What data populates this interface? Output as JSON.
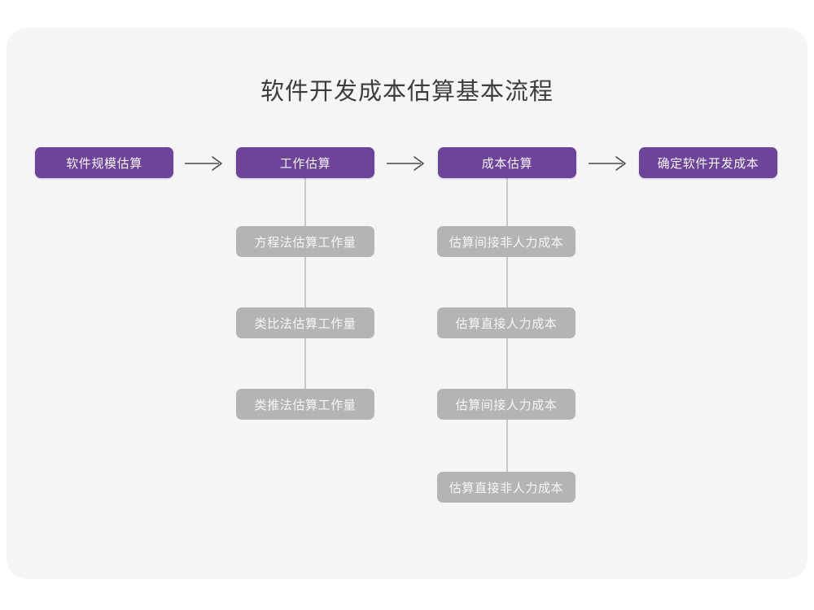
{
  "diagram": {
    "title": "软件开发成本估算基本流程",
    "colors": {
      "page_background": "#ffffff",
      "card_background": "#f5f5f5",
      "primary_box": "#6d4499",
      "sub_box": "#b4b4b4",
      "title_text": "#3d3d3d",
      "box_text": "#f6f4f8",
      "connector_line": "#c9c9c9",
      "arrow": "#4a4a4a"
    },
    "stages": [
      {
        "label": "软件规模估算",
        "substeps": []
      },
      {
        "label": "工作估算",
        "substeps": [
          "方程法估算工作量",
          "类比法估算工作量",
          "类推法估算工作量"
        ]
      },
      {
        "label": "成本估算",
        "substeps": [
          "估算间接非人力成本",
          "估算直接人力成本",
          "估算间接人力成本",
          "估算直接非人力成本"
        ]
      },
      {
        "label": "确定软件开发成本",
        "substeps": []
      }
    ],
    "arrows": [
      {
        "name": "arrow-stage-1-to-2",
        "glyph": "right-arrow-icon"
      },
      {
        "name": "arrow-stage-2-to-3",
        "glyph": "right-arrow-icon"
      },
      {
        "name": "arrow-stage-3-to-4",
        "glyph": "right-arrow-icon"
      }
    ]
  }
}
